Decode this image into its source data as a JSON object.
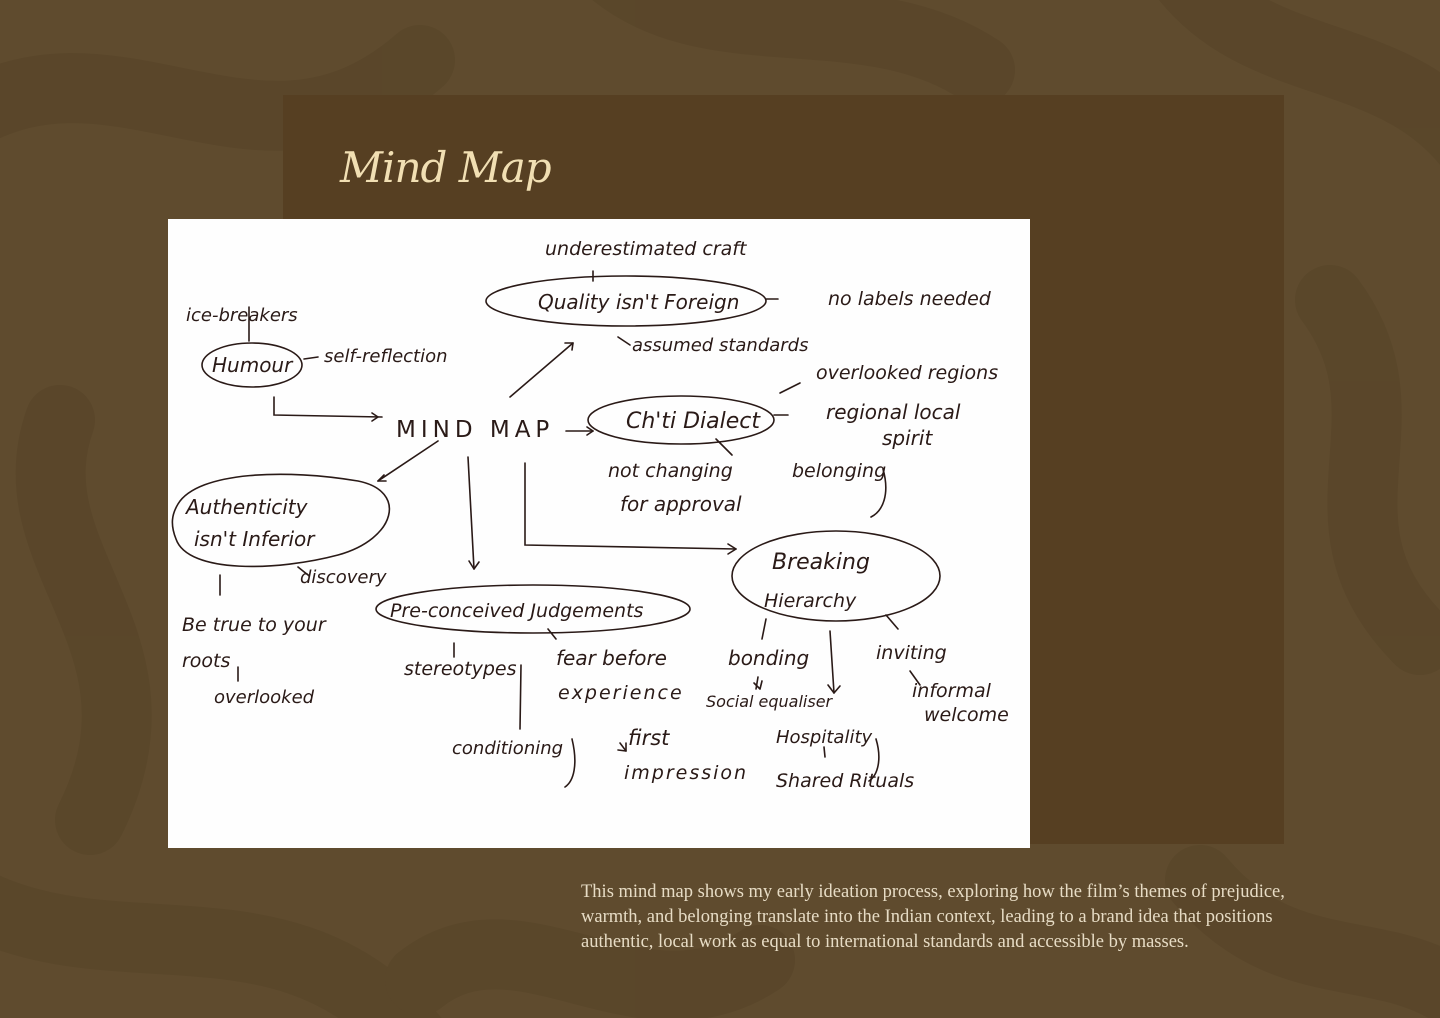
{
  "page": {
    "title": "Mind Map",
    "caption": "This mind map shows my early ideation process, exploring how the film’s themes of prejudice, warmth, and belonging translate into the Indian context, leading to a brand idea that positions authentic, local work as equal to international standards and accessible by masses."
  },
  "mindmap": {
    "center": "MIND MAP",
    "nodes": {
      "humour": "Humour",
      "quality": "Quality isn't Foreign",
      "dialect": "Ch'ti Dialect",
      "authenticity_1": "Authenticity",
      "authenticity_2": "isn't Inferior",
      "judgements": "Pre-conceived Judgements",
      "hierarchy_1": "Breaking",
      "hierarchy_2": "Hierarchy"
    },
    "notes": {
      "ice_breakers": "ice-breakers",
      "self_reflection": "self-reflection",
      "underestimated_craft": "underestimated craft",
      "no_labels": "no labels needed",
      "assumed_standards": "assumed standards",
      "overlooked_regions": "overlooked regions",
      "regional_1": "regional local",
      "regional_2": "spirit",
      "not_changing_1": "not changing",
      "not_changing_2": "for approval",
      "belonging": "belonging",
      "discovery": "discovery",
      "be_true": "Be true to your",
      "roots": "roots",
      "overlooked": "overlooked",
      "stereotypes": "stereotypes",
      "fear_before": "fear before",
      "experience": "experience",
      "conditioning": "conditioning",
      "first": "first",
      "impression": "impression",
      "bonding": "bonding",
      "social_equaliser": "Social equaliser",
      "hospitality": "Hospitality",
      "shared_rituals": "Shared Rituals",
      "inviting": "inviting",
      "informal": "informal",
      "welcome": "welcome"
    }
  }
}
